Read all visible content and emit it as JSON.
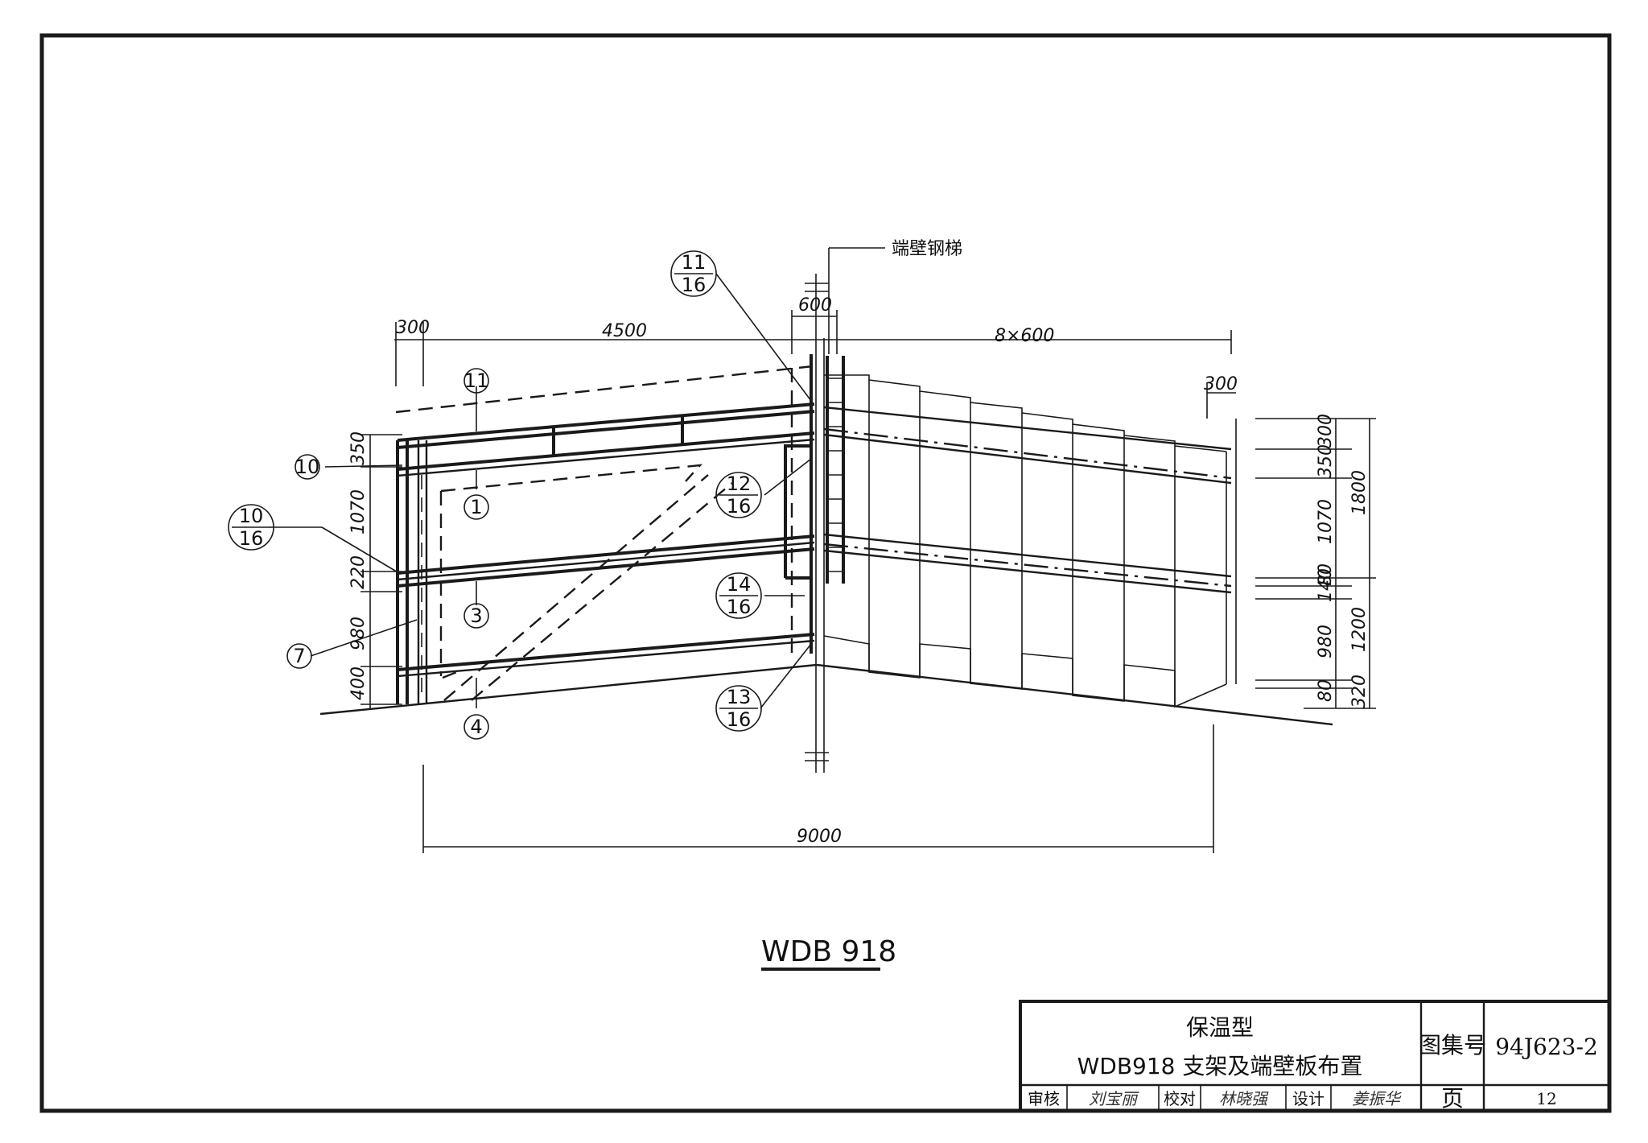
{
  "annotation": {
    "end_wall_ladder": "端壁钢梯"
  },
  "dimensions": {
    "top": [
      "300",
      "4500",
      "600",
      "8×600",
      "300"
    ],
    "bottom": "9000",
    "left": [
      "350",
      "1070",
      "220",
      "980",
      "400"
    ],
    "right_inner": [
      "300",
      "350",
      "1070",
      "80",
      "140",
      "980",
      "80"
    ],
    "right_outer": [
      "1800",
      "1200",
      "320"
    ]
  },
  "callouts": {
    "c11": "11",
    "c1": "1",
    "c3": "3",
    "c4": "4",
    "c7": "7",
    "c10": "10",
    "d11_16": {
      "top": "11",
      "bottom": "16"
    },
    "d10_16": {
      "top": "10",
      "bottom": "16"
    },
    "d12_16": {
      "top": "12",
      "bottom": "16"
    },
    "d14_16": {
      "top": "14",
      "bottom": "16"
    },
    "d13_16": {
      "top": "13",
      "bottom": "16"
    }
  },
  "drawing_title": "WDB 918",
  "title_block": {
    "title_line1": "保温型",
    "title_line2": "WDB918 支架及端壁板布置",
    "atlas_label": "图集号",
    "atlas_no": "94J623-2",
    "page_label": "页",
    "page_no": "12",
    "review_label": "审核",
    "check_label": "校对",
    "design_label": "设计",
    "review_sig": "刘宝丽",
    "check_sig": "林晓强",
    "design_sig": "姜振华"
  }
}
